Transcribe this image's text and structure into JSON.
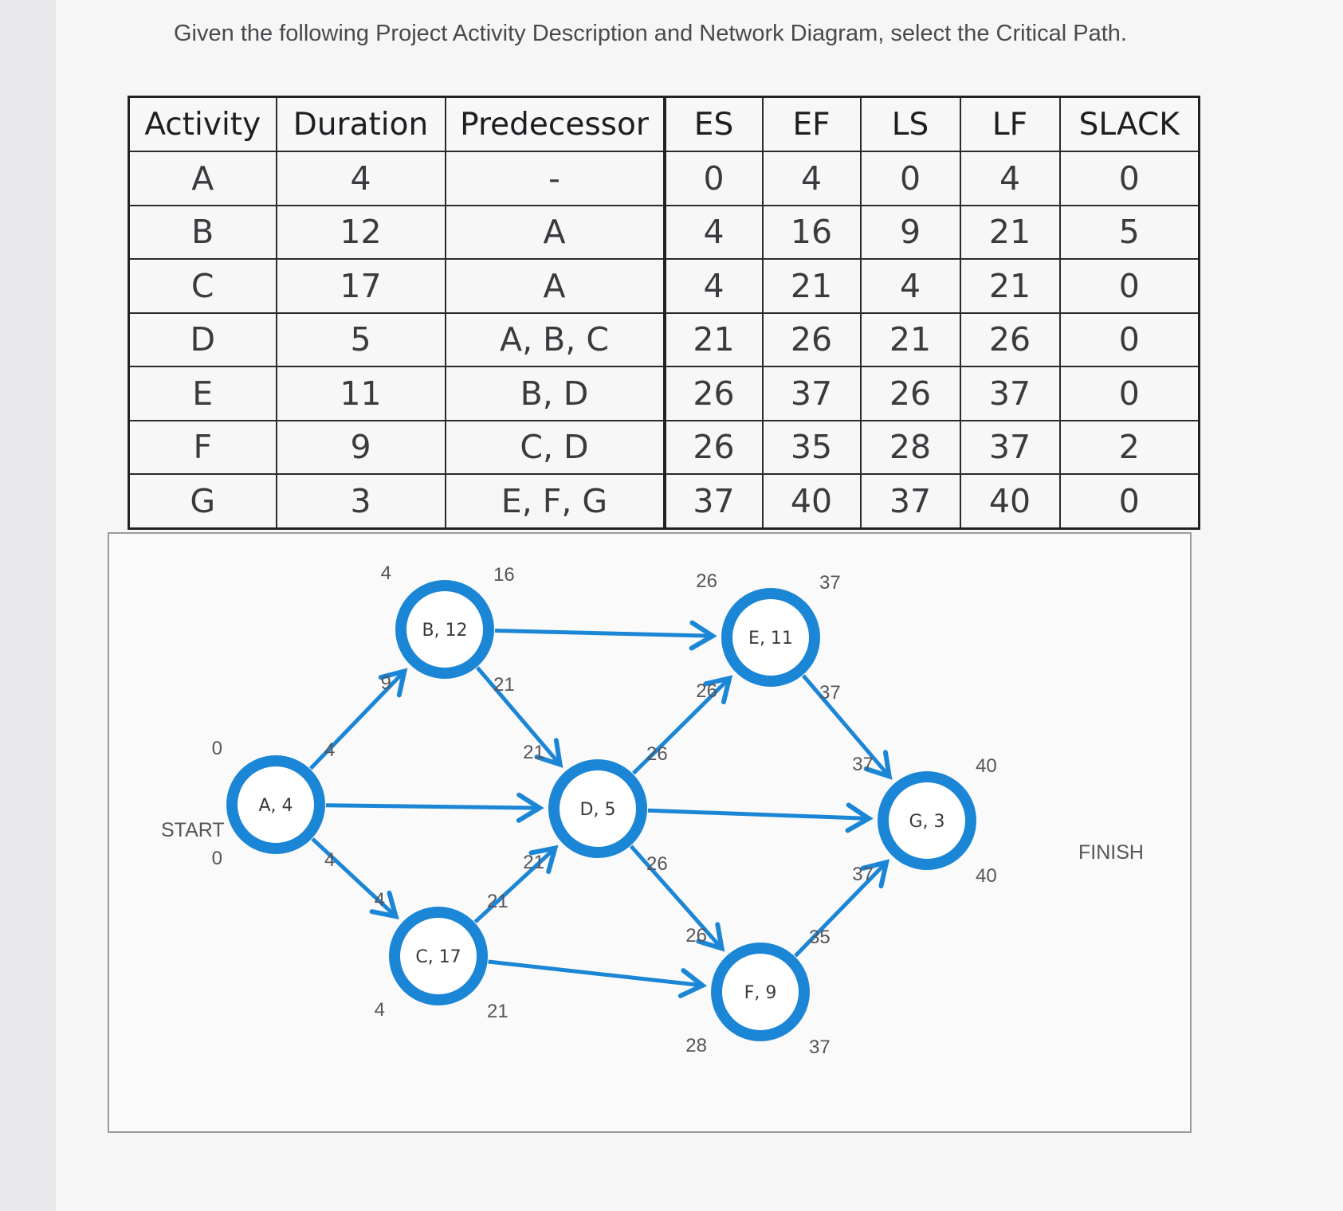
{
  "question": "Given the following Project Activity Description and Network Diagram, select the Critical Path.",
  "table": {
    "headers": [
      "Activity",
      "Duration",
      "Predecessor",
      "ES",
      "EF",
      "LS",
      "LF",
      "SLACK"
    ],
    "rows": [
      [
        "A",
        "4",
        "-",
        "0",
        "4",
        "0",
        "4",
        "0"
      ],
      [
        "B",
        "12",
        "A",
        "4",
        "16",
        "9",
        "21",
        "5"
      ],
      [
        "C",
        "17",
        "A",
        "4",
        "21",
        "4",
        "21",
        "0"
      ],
      [
        "D",
        "5",
        "A, B, C",
        "21",
        "26",
        "21",
        "26",
        "0"
      ],
      [
        "E",
        "11",
        "B, D",
        "26",
        "37",
        "26",
        "37",
        "0"
      ],
      [
        "F",
        "9",
        "C, D",
        "26",
        "35",
        "28",
        "37",
        "2"
      ],
      [
        "G",
        "3",
        "E, F, G",
        "37",
        "40",
        "37",
        "40",
        "0"
      ]
    ]
  },
  "diagram": {
    "start_label": "START",
    "finish_label": "FINISH",
    "arrow_color": "#1c86d6",
    "nodes": [
      {
        "id": "A",
        "label": "A, 4",
        "es": "0",
        "ef": "4",
        "ls": "0",
        "lf": "4"
      },
      {
        "id": "B",
        "label": "B, 12",
        "es": "4",
        "ef": "16",
        "ls": "9",
        "lf": "21"
      },
      {
        "id": "C",
        "label": "C, 17",
        "es": "4",
        "ef": "21",
        "ls": "4",
        "lf": "21"
      },
      {
        "id": "D",
        "label": "D, 5",
        "es": "21",
        "ef": "26",
        "ls": "21",
        "lf": "26"
      },
      {
        "id": "E",
        "label": "E, 11",
        "es": "26",
        "ef": "37",
        "ls": "26",
        "lf": "37"
      },
      {
        "id": "F",
        "label": "F, 9",
        "es": "26",
        "ef": "35",
        "ls": "28",
        "lf": "37"
      },
      {
        "id": "G",
        "label": "G, 3",
        "es": "37",
        "ef": "40",
        "ls": "37",
        "lf": "40"
      }
    ],
    "edges": [
      [
        "A",
        "B"
      ],
      [
        "A",
        "D"
      ],
      [
        "A",
        "C"
      ],
      [
        "B",
        "E"
      ],
      [
        "B",
        "D"
      ],
      [
        "C",
        "D"
      ],
      [
        "C",
        "F"
      ],
      [
        "D",
        "E"
      ],
      [
        "D",
        "G"
      ],
      [
        "D",
        "F"
      ],
      [
        "E",
        "G"
      ],
      [
        "F",
        "G"
      ]
    ]
  }
}
